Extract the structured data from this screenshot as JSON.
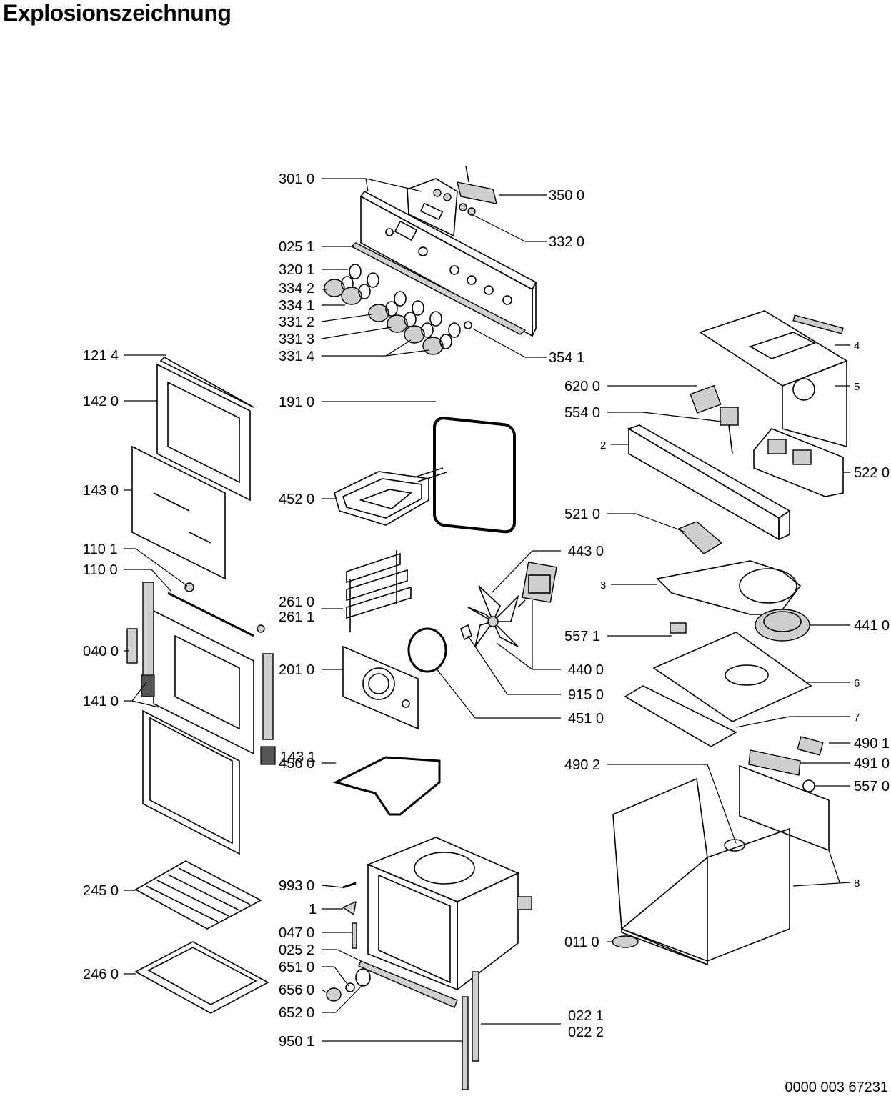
{
  "title": "Explosionszeichnung",
  "document_number": "0000 003 67231",
  "labels": {
    "p301_0": "301 0",
    "p350_0": "350 0",
    "p332_0": "332 0",
    "p025_1": "025 1",
    "p320_1": "320 1",
    "p334_2": "334 2",
    "p334_1": "334 1",
    "p331_2": "331 2",
    "p331_3": "331 3",
    "p331_4": "331 4",
    "p354_1": "354 1",
    "p121_4": "121 4",
    "p142_0": "142 0",
    "p191_0": "191 0",
    "p143_0": "143 0",
    "p452_0": "452 0",
    "p110_1": "110 1",
    "p110_0": "110 0",
    "p261_0": "261 0",
    "p261_1": "261 1",
    "p040_0": "040 0",
    "p201_0": "201 0",
    "p141_0": "141 0",
    "p143_1": "143 1",
    "p456_0": "456 0",
    "p245_0": "245 0",
    "p993_0": "993 0",
    "p1": "1",
    "p047_0": "047 0",
    "p025_2": "025 2",
    "p246_0": "246 0",
    "p651_0": "651 0",
    "p656_0": "656 0",
    "p652_0": "652 0",
    "p950_1": "950 1",
    "p022_1": "022 1",
    "p022_2": "022 2",
    "p4": "4",
    "p5": "5",
    "p620_0": "620 0",
    "p554_0": "554 0",
    "p2": "2",
    "p522_0": "522 0",
    "p521_0": "521 0",
    "p443_0": "443 0",
    "p3": "3",
    "p441_0": "441 0",
    "p557_1": "557 1",
    "p440_0": "440 0",
    "p6": "6",
    "p915_0": "915 0",
    "p451_0": "451 0",
    "p7": "7",
    "p490_1": "490 1",
    "p491_0": "491 0",
    "p490_2": "490 2",
    "p557_0": "557 0",
    "p8": "8",
    "p011_0": "011 0"
  }
}
